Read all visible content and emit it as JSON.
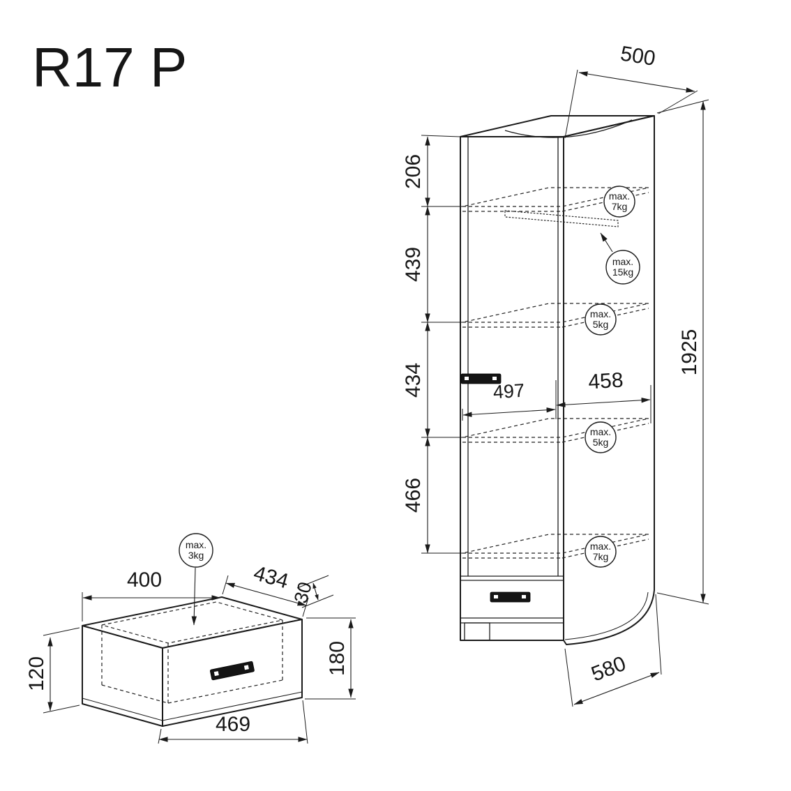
{
  "title": "R17 P",
  "cabinet": {
    "dims": {
      "top_width": "500",
      "height": "1925",
      "seg_top": "206",
      "seg_upper": "439",
      "seg_middle": "434",
      "seg_lower": "466",
      "door_width": "497",
      "inner_width": "458",
      "depth": "580"
    },
    "loads": {
      "top_shelf": {
        "line1": "max.",
        "line2": "7kg"
      },
      "hanging_rail": {
        "line1": "max.",
        "line2": "15kg"
      },
      "upper_shelf": {
        "line1": "max.",
        "line2": "5kg"
      },
      "middle_shelf": {
        "line1": "max.",
        "line2": "5kg"
      },
      "bottom_shelf": {
        "line1": "max.",
        "line2": "7kg"
      }
    }
  },
  "drawer": {
    "dims": {
      "inner_depth": "400",
      "inner_width": "434",
      "front_overhang": "30",
      "side_height": "120",
      "front_height": "180",
      "front_width": "469"
    },
    "load": {
      "line1": "max.",
      "line2": "3kg"
    }
  }
}
